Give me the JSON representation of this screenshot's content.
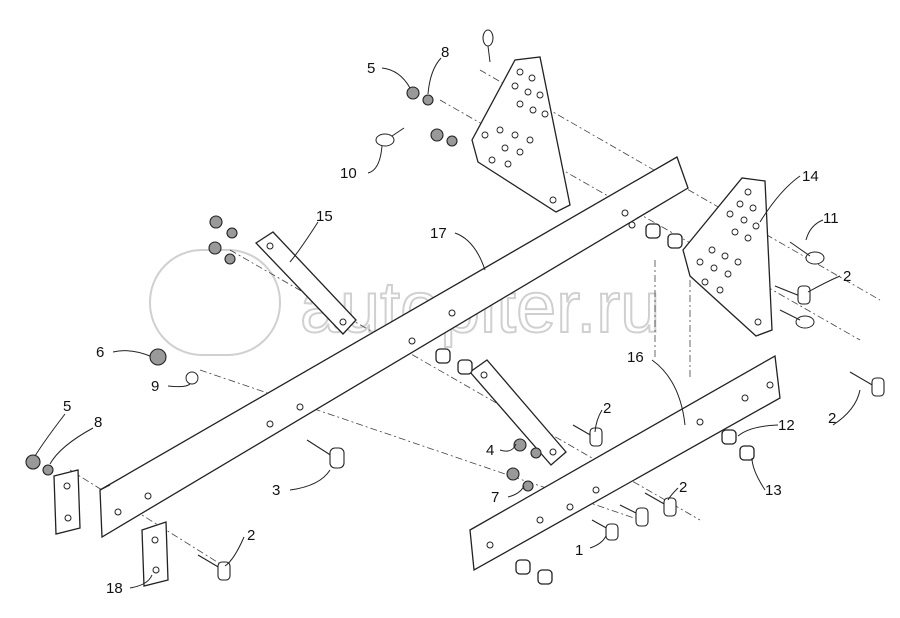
{
  "watermark": "autopiter.ru",
  "callouts": [
    {
      "id": "5a",
      "text": "5"
    },
    {
      "id": "8a",
      "text": "8"
    },
    {
      "id": "10",
      "text": "10"
    },
    {
      "id": "15",
      "text": "15"
    },
    {
      "id": "17",
      "text": "17"
    },
    {
      "id": "14",
      "text": "14"
    },
    {
      "id": "11",
      "text": "11"
    },
    {
      "id": "2a",
      "text": "2"
    },
    {
      "id": "6",
      "text": "6"
    },
    {
      "id": "9",
      "text": "9"
    },
    {
      "id": "5b",
      "text": "5"
    },
    {
      "id": "8b",
      "text": "8"
    },
    {
      "id": "3",
      "text": "3"
    },
    {
      "id": "16",
      "text": "16"
    },
    {
      "id": "2b",
      "text": "2"
    },
    {
      "id": "4",
      "text": "4"
    },
    {
      "id": "7",
      "text": "7"
    },
    {
      "id": "12",
      "text": "12"
    },
    {
      "id": "13",
      "text": "13"
    },
    {
      "id": "2c",
      "text": "2"
    },
    {
      "id": "1",
      "text": "1"
    },
    {
      "id": "2d",
      "text": "2"
    },
    {
      "id": "18",
      "text": "18"
    },
    {
      "id": "2e",
      "text": "2"
    }
  ]
}
